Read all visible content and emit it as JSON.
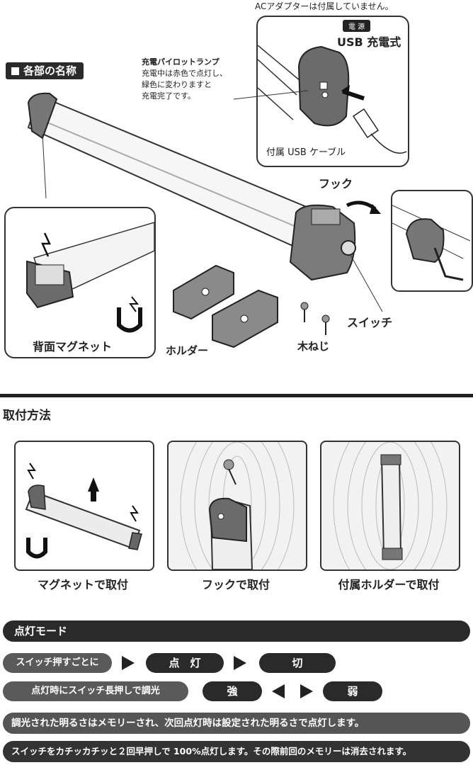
{
  "parts": {
    "heading": "各部の名称",
    "ac_note": "ACアダプターは付属していません。",
    "power_badge": "電 源",
    "usb_charge": "USB 充電式",
    "pilot_title": "充電パイロットランプ",
    "pilot_desc_1": "充電中は赤色で点灯し、",
    "pilot_desc_2": "緑色に変わりますと",
    "pilot_desc_3": "充電完了です。",
    "usb_cable": "付属 USB ケーブル",
    "hook": "フック",
    "switch": "スイッチ",
    "magnet": "背面マグネット",
    "holder": "ホルダー",
    "screw": "木ねじ"
  },
  "mounting": {
    "heading": "取付方法",
    "magnet": "マグネットで取付",
    "hook": "フックで取付",
    "holder": "付属ホルダーで取付"
  },
  "mode": {
    "heading": "点灯モード",
    "switch_press": "スイッチ押すごとに",
    "on": "点　灯",
    "off": "切",
    "long_press": "点灯時にスイッチ長押しで調光",
    "strong": "強",
    "weak": "弱",
    "memory_note": "調光された明るさはメモリーされ、次回点灯時は設定された明るさで点灯します。",
    "double_note": "スイッチをカチッカチッと２回早押しで 100%点灯します。その際前回のメモリーは消去されます。"
  }
}
